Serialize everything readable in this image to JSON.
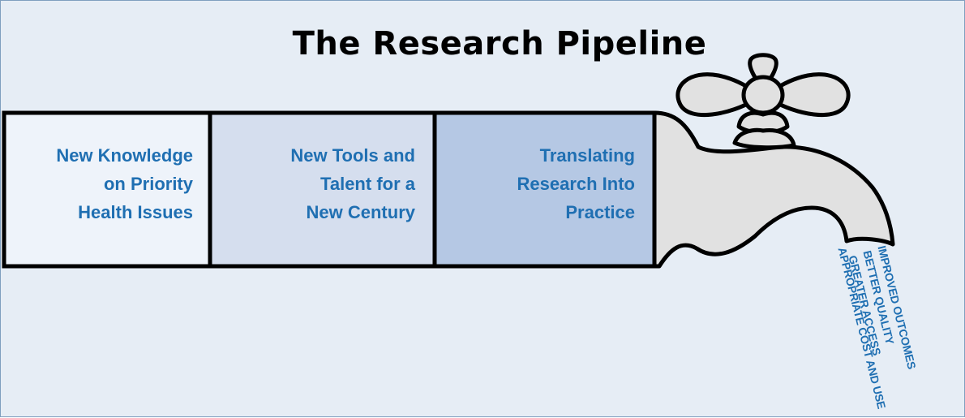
{
  "title": "The Research Pipeline",
  "segments": [
    {
      "lines": [
        "New Knowledge",
        "on Priority",
        "Health Issues"
      ]
    },
    {
      "lines": [
        "New Tools and",
        "Talent for a",
        "New Century"
      ]
    },
    {
      "lines": [
        "Translating",
        "Research Into",
        "Practice"
      ]
    }
  ],
  "outcomes": [
    "IMPROVED OUTCOMES",
    "BETTER QUALITY",
    "GREATER ACCESS",
    "APPROPRIATE COST AND USE"
  ],
  "colors": {
    "background": "#e6edf5",
    "text_blue": "#1f6fb2",
    "seg1_fill": "#eef3fa",
    "seg2_fill": "#d5deee",
    "seg3_fill": "#b5c8e4",
    "faucet_fill": "#e1e1e1",
    "outline": "#000000"
  }
}
